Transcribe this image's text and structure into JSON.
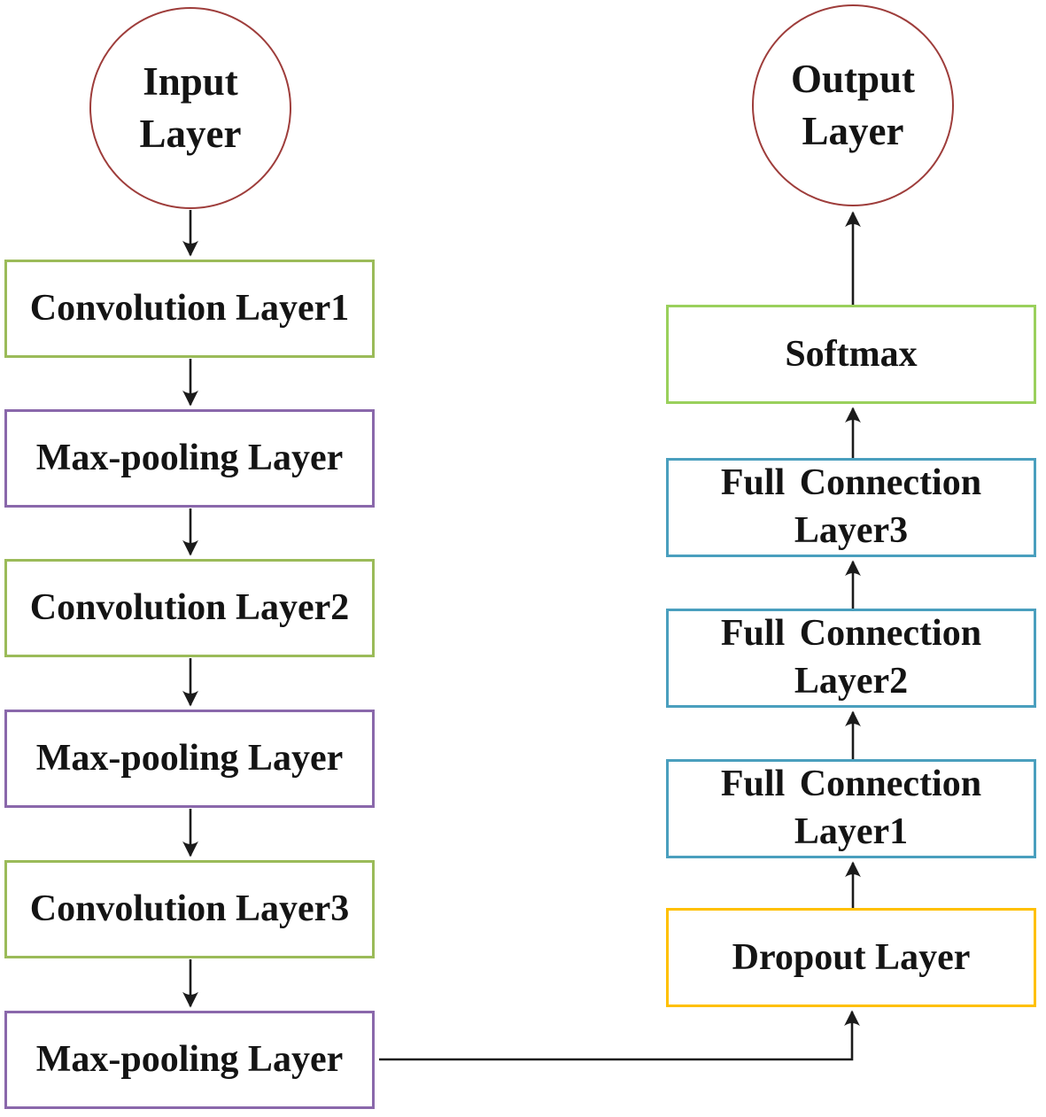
{
  "colors": {
    "circle_border": "#9e3d3b",
    "conv_green": "#9bbb59",
    "pool_purple": "#8a68ab",
    "softmax_green": "#9ad05c",
    "fc_teal": "#4a9fbe",
    "dropout_gold": "#ffc000",
    "arrow": "#1b1b1b",
    "text": "#141414"
  },
  "input_circle": {
    "line1": "Input",
    "line2": "Layer"
  },
  "output_circle": {
    "line1": "Output",
    "line2": "Layer"
  },
  "left_nodes": [
    {
      "label": "Convolution Layer1",
      "type": "convolution"
    },
    {
      "label": "Max-pooling Layer",
      "type": "max-pooling"
    },
    {
      "label": "Convolution Layer2",
      "type": "convolution"
    },
    {
      "label": "Max-pooling Layer",
      "type": "max-pooling"
    },
    {
      "label": "Convolution Layer3",
      "type": "convolution"
    },
    {
      "label": "Max-pooling Layer",
      "type": "max-pooling"
    }
  ],
  "right_nodes": [
    {
      "label": "Softmax",
      "type": "softmax"
    },
    {
      "line1": "Full Connection",
      "line2": "Layer3",
      "type": "full-connection"
    },
    {
      "line1": "Full Connection",
      "line2": "Layer2",
      "type": "full-connection"
    },
    {
      "line1": "Full Connection",
      "line2": "Layer1",
      "type": "full-connection"
    },
    {
      "label": "Dropout Layer",
      "type": "dropout"
    }
  ]
}
